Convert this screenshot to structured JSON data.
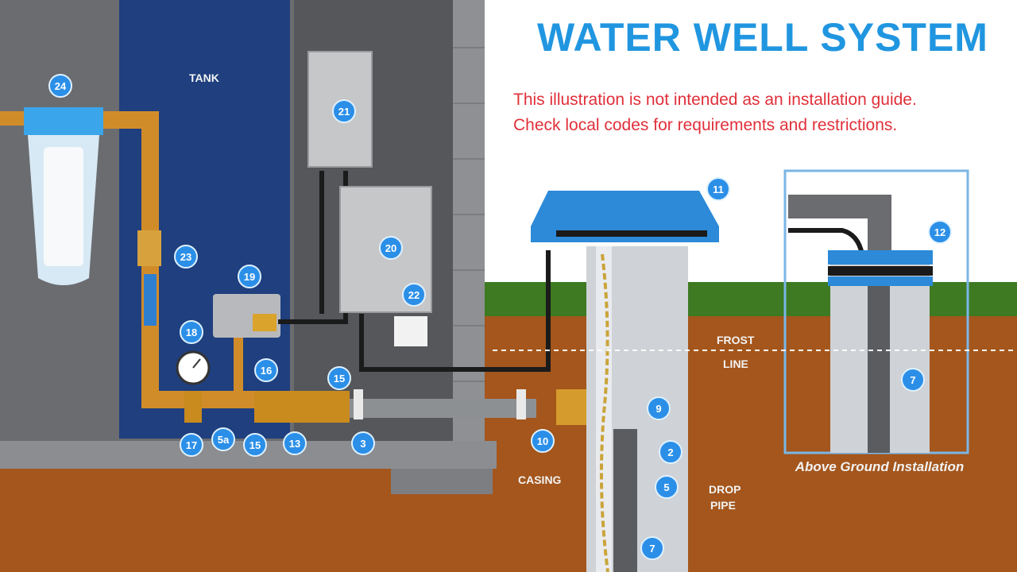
{
  "title": "WATER WELL SYSTEM",
  "disclaimer": {
    "line1": "This illustration is not intended as an installation guide.",
    "line2": "Check local codes for requirements and restrictions."
  },
  "labels": {
    "tank": "TANK",
    "frost_line_1": "FROST",
    "frost_line_2": "LINE",
    "casing": "CASING",
    "drop_pipe_1": "DROP",
    "drop_pipe_2": "PIPE",
    "above_ground": "Above Ground Installation"
  },
  "callouts": [
    {
      "id": "24",
      "text": "24"
    },
    {
      "id": "21",
      "text": "21"
    },
    {
      "id": "23",
      "text": "23"
    },
    {
      "id": "20",
      "text": "20"
    },
    {
      "id": "19",
      "text": "19"
    },
    {
      "id": "22",
      "text": "22"
    },
    {
      "id": "18",
      "text": "18"
    },
    {
      "id": "16",
      "text": "16"
    },
    {
      "id": "15",
      "text": "15"
    },
    {
      "id": "17",
      "text": "17"
    },
    {
      "id": "5a",
      "text": "5a"
    },
    {
      "id": "15b",
      "text": "15"
    },
    {
      "id": "13",
      "text": "13"
    },
    {
      "id": "3",
      "text": "3"
    },
    {
      "id": "10",
      "text": "10"
    },
    {
      "id": "11",
      "text": "11"
    },
    {
      "id": "12",
      "text": "12"
    },
    {
      "id": "9",
      "text": "9"
    },
    {
      "id": "2",
      "text": "2"
    },
    {
      "id": "5",
      "text": "5"
    },
    {
      "id": "7",
      "text": "7"
    },
    {
      "id": "7b",
      "text": "7"
    }
  ],
  "colors": {
    "callout": "#2b8fe8",
    "title": "#2196e0",
    "disclaimer": "#e0303a",
    "tank": "#1f3f7e",
    "soil": "#a4561c",
    "grass": "#3d7a22",
    "copper_pipe": "#d18c2a",
    "well_cap": "#2c8ad8"
  }
}
